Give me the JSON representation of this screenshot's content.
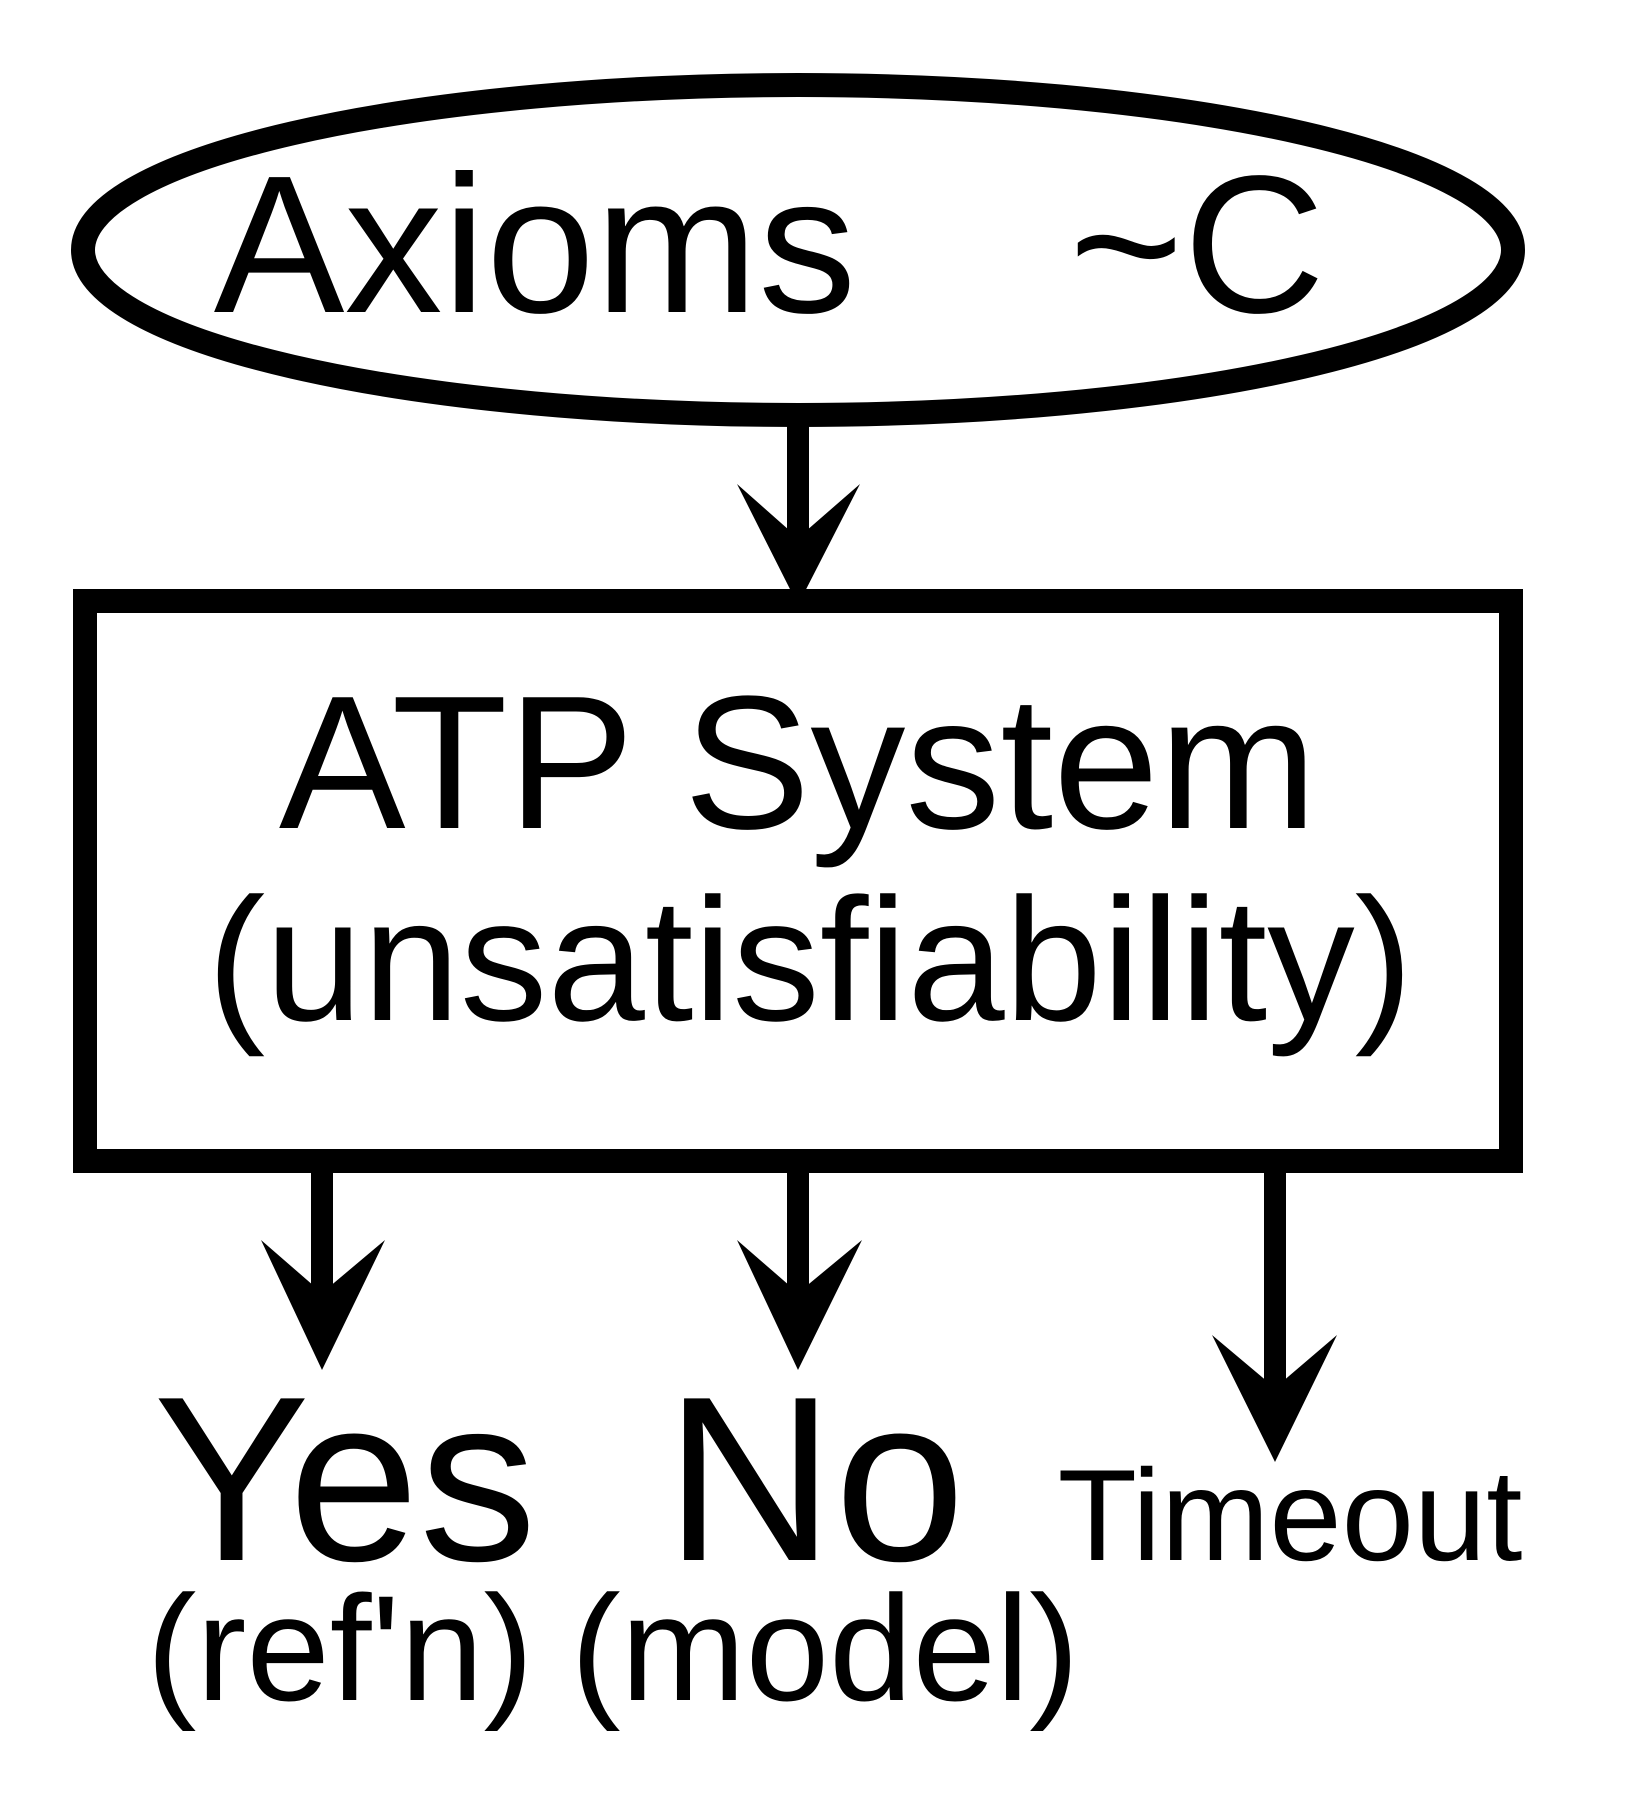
{
  "input_node": {
    "label_left": "Axioms",
    "label_right": "~C"
  },
  "process_node": {
    "title": "ATP System",
    "subtitle": "(unsatisfiability)"
  },
  "outcomes": [
    {
      "label": "Yes",
      "sublabel": "(ref'n)"
    },
    {
      "label": "No",
      "sublabel": "(model)"
    },
    {
      "label": "Timeout"
    }
  ],
  "colors": {
    "foreground": "#000000",
    "background": "#ffffff"
  }
}
